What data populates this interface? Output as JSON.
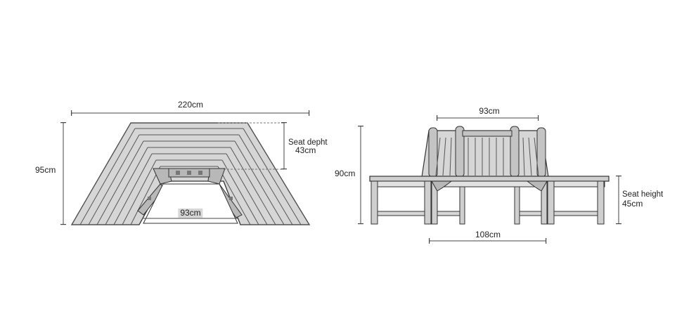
{
  "plan_view": {
    "overall_width": "220cm",
    "overall_depth": "95cm",
    "seat_depth_label": "Seat depht",
    "seat_depth_value": "43cm",
    "inner_width": "93cm"
  },
  "elevation_view": {
    "back_width": "93cm",
    "height": "90cm",
    "seat_height_label": "Seat height",
    "seat_height_value": "45cm",
    "leg_span": "108cm"
  },
  "colors": {
    "wood": "#cfcfcf",
    "wood_dark": "#9a9a9a",
    "outline": "#333333",
    "dim_line": "#444444"
  }
}
